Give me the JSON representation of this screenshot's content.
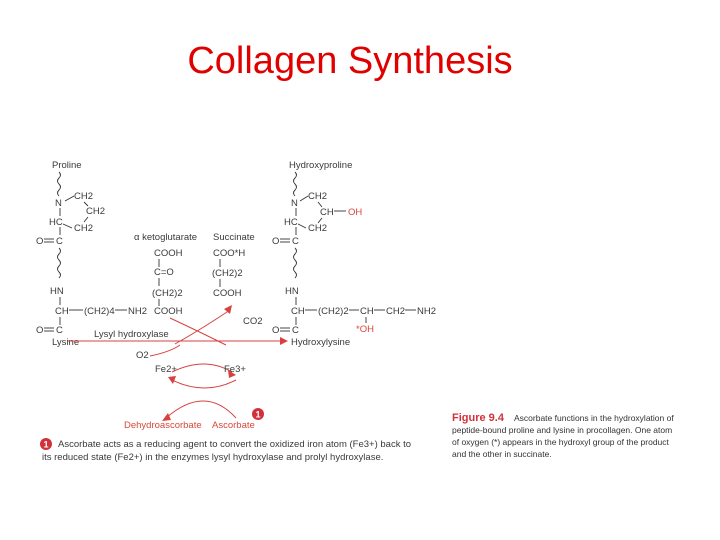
{
  "title": "Collagen Synthesis",
  "diagram": {
    "left": {
      "name": "Proline",
      "ch2_a": "CH2",
      "ch2_b": "CH2",
      "ch2_c": "CH2",
      "n": "N",
      "hc": "HC",
      "c1": "C",
      "o1": "O",
      "hn": "HN",
      "ch": "CH",
      "side": "(CH2)4",
      "nh2": "NH2",
      "c2": "C",
      "o2": "O",
      "lysine": "Lysine"
    },
    "right": {
      "name": "Hydroxyproline",
      "ch2_a": "CH2",
      "ch": "CH",
      "oh": "OH",
      "ch2_b": "CH2",
      "n": "N",
      "hc": "HC",
      "c1": "C",
      "o1": "O",
      "hn": "HN",
      "ch2": "CH",
      "side1": "(CH2)2",
      "ch3": "CH",
      "ch2_side": "CH2",
      "nh2": "NH2",
      "oh_star": "*OH",
      "c2": "C",
      "o2": "O",
      "hydroxylysine": "Hydroxylysine"
    },
    "center": {
      "akg": "α ketoglutarate",
      "succinate": "Succinate",
      "cooh1": "COOH",
      "co": "C=O",
      "ch22": "(CH2)2",
      "cooh2": "COOH",
      "coostar": "COO*H",
      "ch22b": "(CH2)2",
      "cooh3": "COOH",
      "co2": "CO2",
      "enzyme": "Lysyl hydroxylase",
      "o2": "O2",
      "fe2": "Fe2+",
      "fe3": "Fe3+",
      "dehydro": "Dehydroascorbate",
      "ascorbate": "Ascorbate",
      "badge": "1"
    },
    "note": {
      "badge": "1",
      "line1": "Ascorbate acts as a reducing agent to convert the oxidized iron atom (Fe3+) back to",
      "line2": "its reduced state (Fe2+) in the enzymes lysyl hydroxylase and prolyl hydroxylase."
    }
  },
  "caption": {
    "figure": "Figure 9.4",
    "line1": "Ascorbate functions in the hydroxylation of",
    "line2": "peptide-bound proline and lysine in procollagen. One atom",
    "line3": "of oxygen (*) appears in the hydroxyl group of the product",
    "line4": "and the other in succinate."
  },
  "colors": {
    "title": "#e00000",
    "accent": "#d84040"
  }
}
